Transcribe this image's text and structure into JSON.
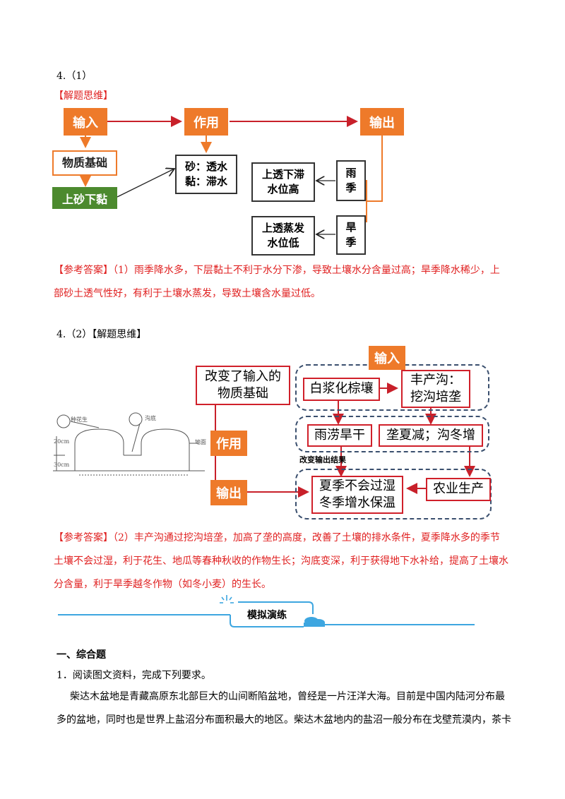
{
  "q1": {
    "label": "4.（1）",
    "thinking_label": "【解题思维】",
    "flow": {
      "input": "输入",
      "action": "作用",
      "output": "输出",
      "material": "物质基础",
      "sand_top": "上砂下黏",
      "effect_line1": "砂：透水",
      "effect_line2": "黏：滞水",
      "rain_result_line1": "上透下滞",
      "rain_result_line2": "水位高",
      "rain_season_line1": "雨",
      "rain_season_line2": "季",
      "dry_result_line1": "上透蒸发",
      "dry_result_line2": "水位低",
      "dry_season_line1": "旱",
      "dry_season_line2": "季"
    },
    "answer_line1": "【参考答案】（1）雨季降水多，下层黏土不利于水分下渗，导致土壤水分含量过高；旱季降水稀少，上",
    "answer_line2": "部砂土透气性好，有利于土壤水蒸发，导致土壤含水量过低。"
  },
  "q2": {
    "label": "4.（2）【解题思维】",
    "flow": {
      "input": "输入",
      "action": "作用",
      "output": "输出",
      "change_line1": "改变了输入的",
      "change_line2": "物质基础",
      "soil": "白浆化棕壤",
      "ditch_line1": "丰产沟：",
      "ditch_line2": "挖沟培垄",
      "flood": "雨涝旱干",
      "ridge": "垄夏减；沟冬增",
      "result_label": "改变输出结果",
      "result_line1": "夏季不会过湿",
      "result_line2": "冬季增水保温",
      "agri": "农业生产"
    },
    "diagram": {
      "label_a": "种花生",
      "label_b": "沟底",
      "label_c": "20cm",
      "label_d": "30cm",
      "label_e": "地面"
    },
    "answer_line1": "【参考答案】（2）丰产沟通过挖沟培垄，加高了垄的高度，改善了土壤的排水条件，夏季降水多的季节",
    "answer_line2": "土壤不会过湿，利于花生、地瓜等春种秋收的作物生长；沟底变深，利于获得地下水补给，提高了土壤水",
    "answer_line3": "分含量，利于旱季越冬作物（如冬小麦）的生长。"
  },
  "banner": {
    "title": "模拟演练"
  },
  "section": {
    "heading": "一、综合题",
    "q_intro": "1．阅读图文资料，完成下列要求。",
    "para_line1": "柴达木盆地是青藏高原东北部巨大的山间断陷盆地，曾经是一片汪洋大海。目前是中国内陆河分布最",
    "para_line2": "多的盆地，同时也是世界上盐沼分布面积最大的地区。柴达木盆地内的盐沼一般分布在戈壁荒漠内，茶卡"
  },
  "colors": {
    "orange": "#ee7a2a",
    "green": "#4c8a2e",
    "red": "#d0202a",
    "dash": "#3a4f6e",
    "banner": "#3da6e0"
  }
}
